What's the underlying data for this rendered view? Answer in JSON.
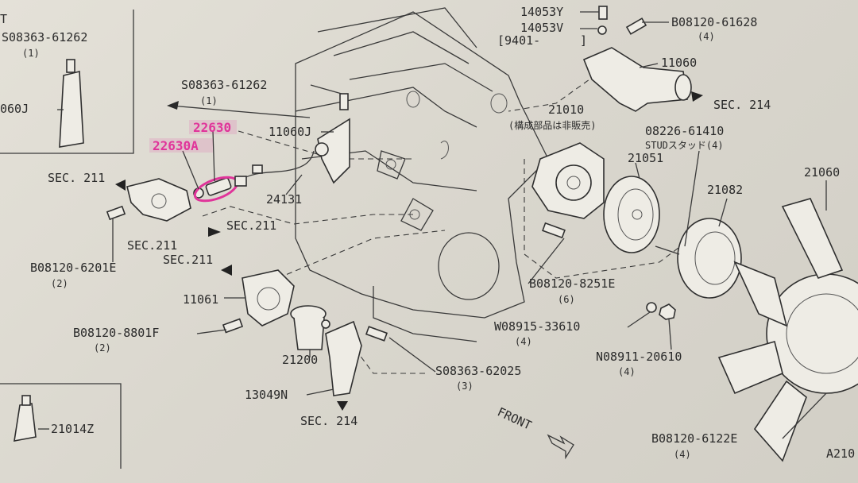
{
  "labels": {
    "s_08363_61262_a": "S08363-61262",
    "q_1_a": "(1)",
    "p_11060j_box": "060J",
    "s_08363_61262_b": "S08363-61262",
    "q_1_b": "(1)",
    "p_22630": "22630",
    "p_22630a": "22630A",
    "p_11060j": "11060J",
    "sec211_a": "SEC. 211",
    "p_24131": "24131",
    "sec211_b": "SEC.211",
    "sec211_c": "SEC.211",
    "b_08120_6201e": "B08120-6201E",
    "q_2_a": "(2)",
    "sec211_d": "SEC.211",
    "p_11061": "11061",
    "b_08120_8801f": "B08120-8801F",
    "q_2_b": "(2)",
    "p_21200": "21200",
    "p_13049n": "13049N",
    "sec214_a": "SEC. 214",
    "p_21014z": "21014Z",
    "p_14053y": "14053Y",
    "p_14053v": "14053V",
    "p_9401": "[9401-",
    "bracket_close": "]",
    "b_08120_61628": "B08120-61628",
    "q_4_a": "(4)",
    "p_11060": "11060",
    "sec214_b": "SEC. 214",
    "p_21010": "21010",
    "note_jp": "(構成部品は非販売)",
    "p_08226_61410": "08226-61410",
    "stud": "STUDスタッド(4)",
    "p_21051": "21051",
    "p_21060": "21060",
    "p_21082": "21082",
    "b_08120_8251e": "B08120-8251E",
    "q_6": "(6)",
    "w_08915_33610": "W08915-33610",
    "q_4_b": "(4)",
    "n_08911_20610": "N08911-20610",
    "q_4_c": "(4)",
    "s_08363_62025": "S08363-62025",
    "q_3": "(3)",
    "front": "FRONT",
    "b_08120_6122e": "B08120-6122E",
    "q_4_d": "(4)",
    "p_a210": "A210",
    "t_top": "T"
  },
  "colors": {
    "highlight": "#e0349a",
    "ink": "#2a2a2a",
    "paper": "#dedbd2"
  }
}
